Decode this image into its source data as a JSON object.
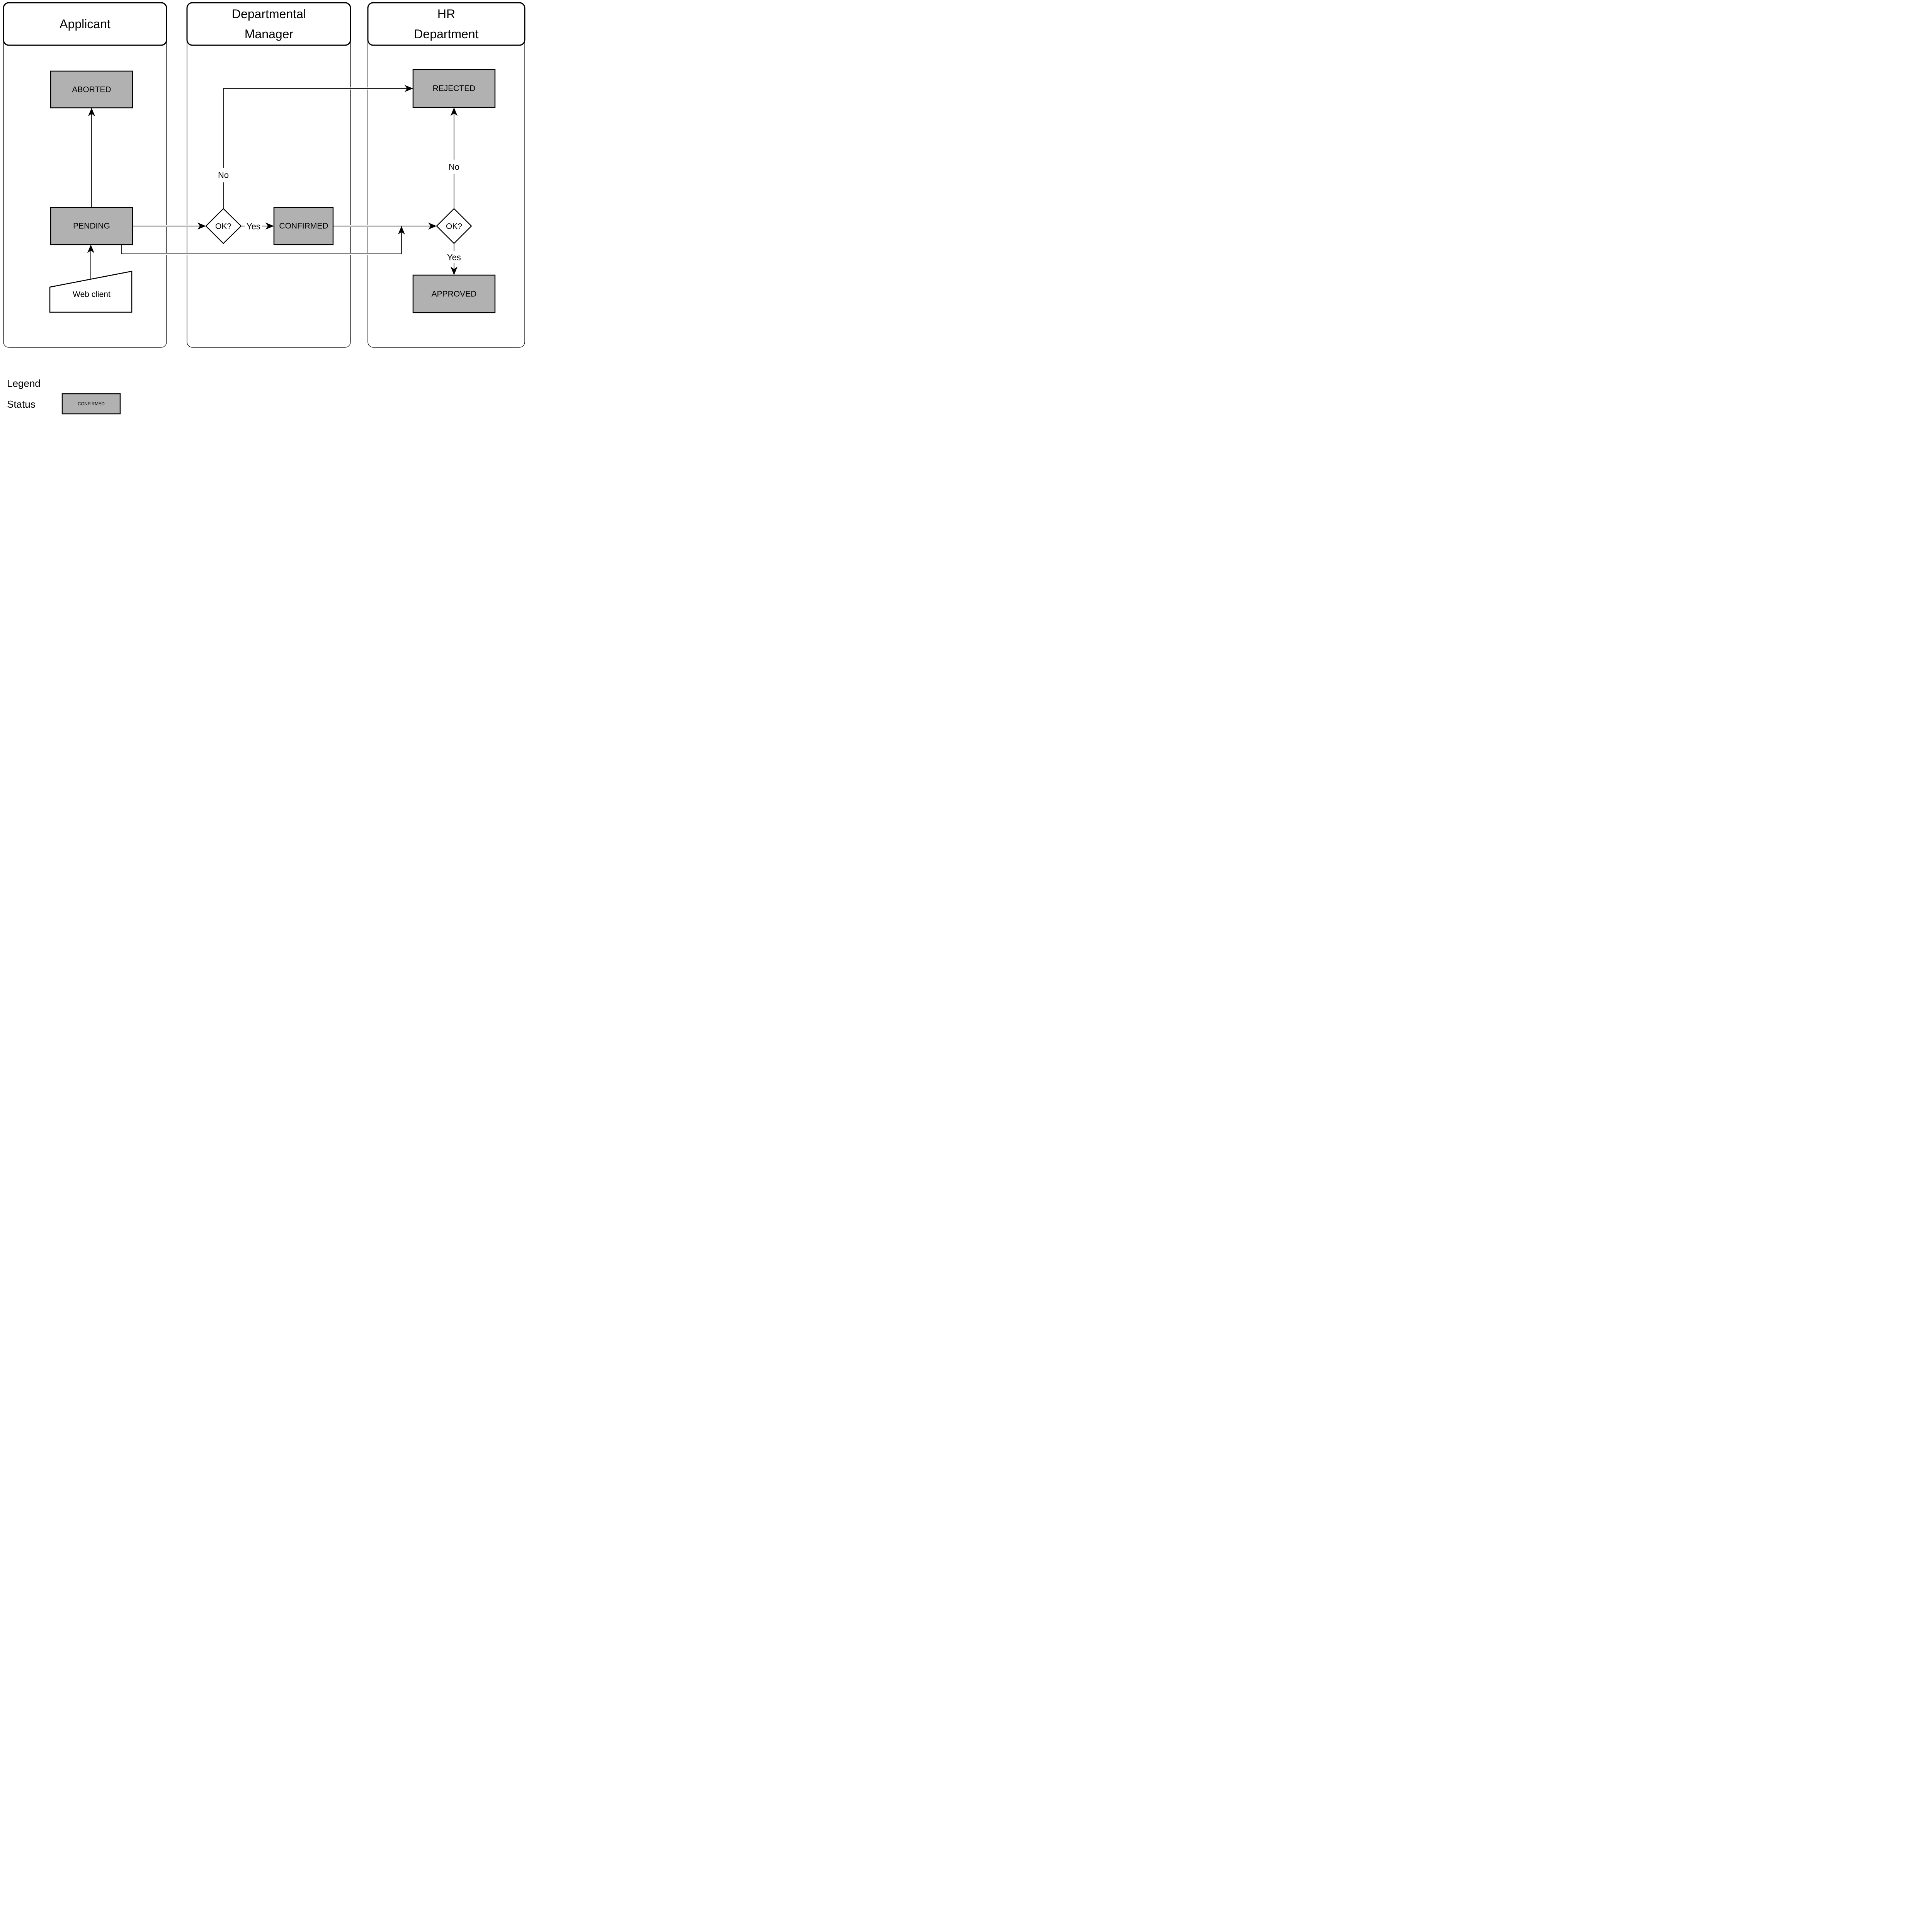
{
  "colors": {
    "status_fill": "#b1b1b1",
    "shape_fill": "#ffffff",
    "line": "#000000",
    "background": "#ffffff"
  },
  "lanes": [
    {
      "id": "applicant",
      "lines": [
        "Applicant"
      ]
    },
    {
      "id": "departmental-manager",
      "lines": [
        "Departmental",
        "Manager"
      ]
    },
    {
      "id": "hr-department",
      "lines": [
        "HR",
        "Department"
      ]
    }
  ],
  "nodes": {
    "aborted": "ABORTED",
    "pending": "PENDING",
    "web_client": "Web client",
    "manager_decision": "OK?",
    "confirmed": "CONFIRMED",
    "rejected": "REJECTED",
    "hr_decision": "OK?",
    "approved": "APPROVED"
  },
  "edge_labels": {
    "manager_no": "No",
    "manager_yes": "Yes",
    "hr_no": "No",
    "hr_yes": "Yes"
  },
  "legend": {
    "title": "Legend",
    "status_label": "Status",
    "status_value": "CONFIRMED"
  }
}
